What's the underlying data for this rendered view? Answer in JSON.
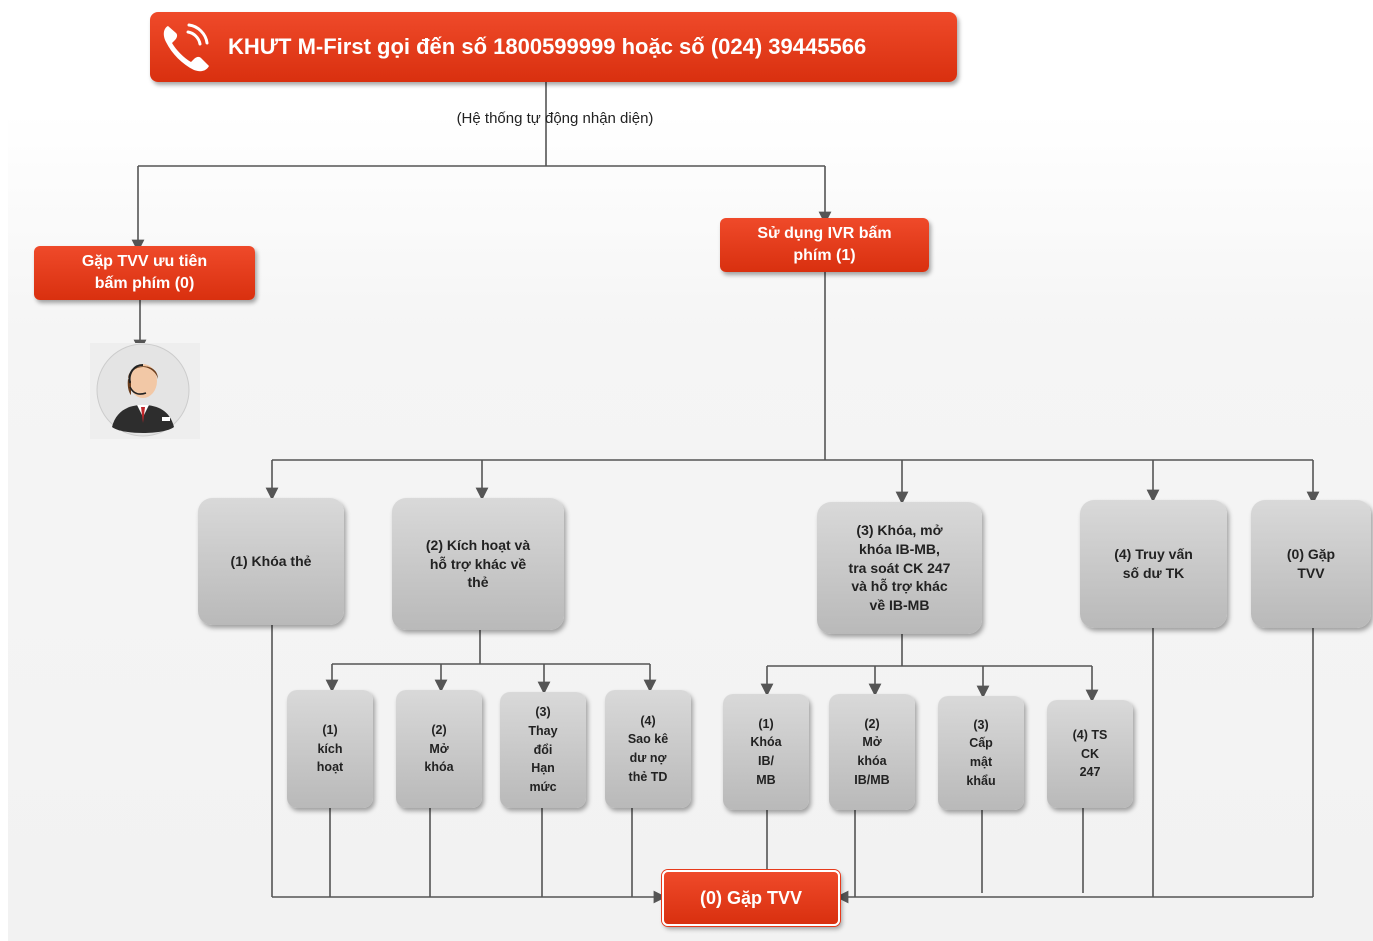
{
  "header": {
    "title": "KHƯT M-First  gọi đến số 1800599999 hoặc số (024) 39445566"
  },
  "note": "(Hệ thống tự động nhận diện)",
  "branches": {
    "priority": "Gặp TVV ưu tiên\nbấm phím (0)",
    "ivr": "Sử dụng IVR bấm\nphím (1)"
  },
  "menu": [
    "(1) Khóa thẻ",
    "(2) Kích hoạt và\nhỗ trợ khác về\nthẻ",
    "(3) Khóa, mở\nkhóa IB-MB,\ntra soát CK 247\nvà hỗ trợ khác\nvề  IB-MB",
    "(4) Truy vấn\nsố dư TK",
    "(0) Gặp\nTVV"
  ],
  "card_sub": [
    "(1)\nkích\nhoạt",
    "(2)\nMở\nkhóa",
    "(3)\nThay\nđổi\nHạn\nmức",
    "(4)\nSao kê\ndư nợ\nthẻ TD"
  ],
  "ib_sub": [
    "(1)\nKhóa\nIB/\nMB",
    "(2)\nMở\nkhóa\nIB/MB",
    "(3)\nCấp\nmật\nkhẩu",
    "(4) TS\nCK\n247"
  ],
  "final": "(0) Gặp TVV",
  "icons": {
    "phone": "phone-icon",
    "agent": "call-center-agent-icon"
  },
  "colors": {
    "red": "#e63a1c",
    "gray": "#c8c8c8",
    "line": "#555555"
  }
}
